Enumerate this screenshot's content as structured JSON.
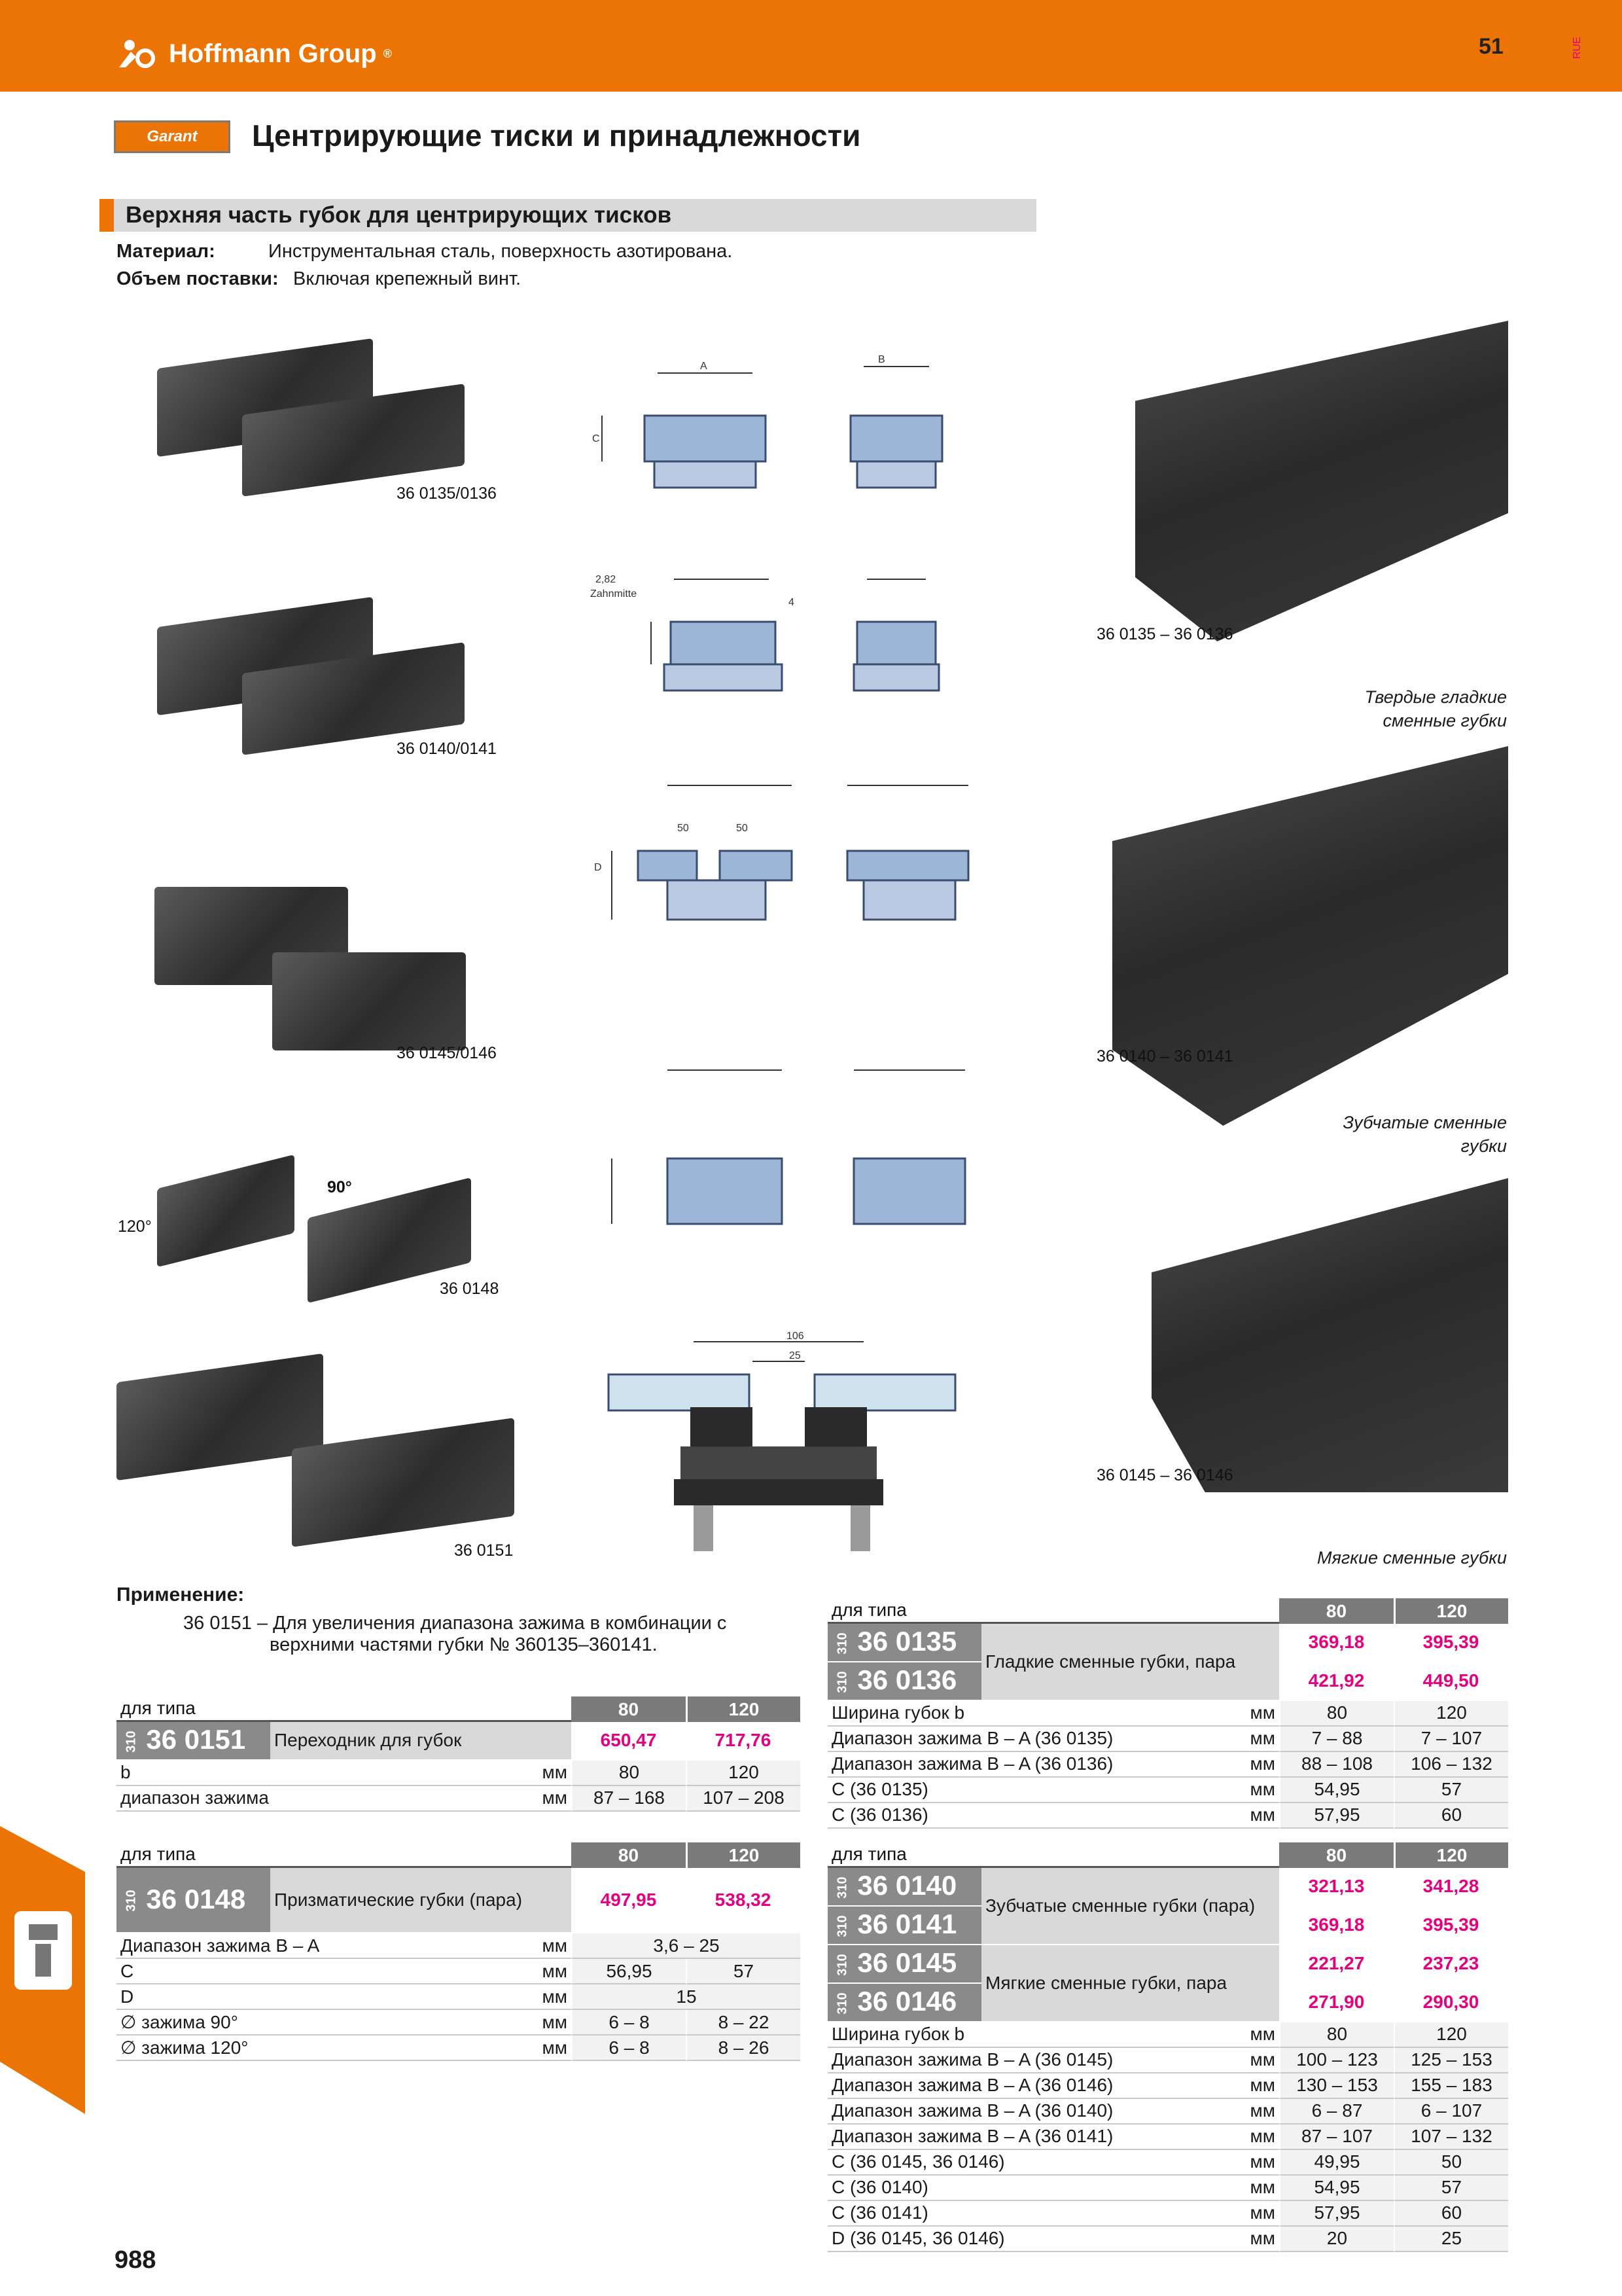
{
  "header": {
    "brand": "Hoffmann Group",
    "brand_mark": "®",
    "page_no": "51",
    "lang": "RUE"
  },
  "garant_logo": "Garant",
  "title": "Центрирующие тиски и принадлежности",
  "section": "Верхняя часть губок для центрирующих тисков",
  "meta": {
    "material_label": "Материал:",
    "material": "Инструментальная сталь, поверхность азотирована.",
    "supply_label": "Объем поставки:",
    "supply": "Включая крепежный винт."
  },
  "photos": [
    {
      "label": "36 0135/0136"
    },
    {
      "label": "36 0140/0141"
    },
    {
      "label": "36 0145/0146"
    },
    {
      "label": "36 0148",
      "a1": "90°",
      "a2": "120°"
    },
    {
      "label": "36 0151"
    }
  ],
  "drawing_labels": {
    "a": "A",
    "b": "B",
    "c": "C",
    "d": "D",
    "n262": "2,82",
    "zahn": "Zahnmitte",
    "n4": "4",
    "n50a": "50",
    "n50b": "50",
    "n106": "106",
    "n25": "25"
  },
  "big_photos": [
    {
      "label": "36 0135 – 36 0136",
      "caption1": "Твердые гладкие",
      "caption2": "сменные губки"
    },
    {
      "label": "36 0140 – 36 0141",
      "caption1": "Зубчатые сменные",
      "caption2": "губки"
    },
    {
      "label": "36 0145 – 36 0146",
      "caption1": "Мягкие сменные губки",
      "caption2": ""
    }
  ],
  "application": {
    "title": "Применение:",
    "item_no": "36 0151 –",
    "text1": "Для увеличения диапазона зажима в комбинации с",
    "text2": "верхними частями губки № 360135–360141."
  },
  "table1": {
    "typ": "для типа",
    "c1": "80",
    "c2": "120",
    "prefix": "310",
    "art": "36 0151",
    "desc": "Переходник для губок",
    "p1": "650,47",
    "p2": "717,76",
    "rows": [
      {
        "name": "b",
        "unit": "мм",
        "v1": "80",
        "v2": "120"
      },
      {
        "name": "диапазон зажима",
        "unit": "мм",
        "v1": "87 – 168",
        "v2": "107 – 208"
      }
    ]
  },
  "table2": {
    "typ": "для типа",
    "c1": "80",
    "c2": "120",
    "prefix": "310",
    "art": "36 0148",
    "desc": "Призматические губки (пара)",
    "p1": "497,95",
    "p2": "538,32",
    "rows": [
      {
        "name": "Диапазон зажима B – A",
        "unit": "мм",
        "v": "3,6 – 25"
      },
      {
        "name": "C",
        "unit": "мм",
        "v1": "56,95",
        "v2": "57"
      },
      {
        "name": "D",
        "unit": "мм",
        "v": "15"
      },
      {
        "name": "∅ зажима 90°",
        "unit": "мм",
        "v1": "6 – 8",
        "v2": "8 – 22"
      },
      {
        "name": "∅ зажима 120°",
        "unit": "мм",
        "v1": "6 – 8",
        "v2": "8 – 26"
      }
    ]
  },
  "table3": {
    "typ": "для типа",
    "c1": "80",
    "c2": "120",
    "prefix": "310",
    "desc": "Гладкие сменные губки, пара",
    "arts": [
      {
        "art": "36 0135",
        "p1": "369,18",
        "p2": "395,39"
      },
      {
        "art": "36 0136",
        "p1": "421,92",
        "p2": "449,50"
      }
    ],
    "rows": [
      {
        "name": "Ширина губок b",
        "unit": "мм",
        "v1": "80",
        "v2": "120"
      },
      {
        "name": "Диапазон зажима B – A (36 0135)",
        "unit": "мм",
        "v1": "7 – 88",
        "v2": "7 – 107"
      },
      {
        "name": "Диапазон зажима B – A (36 0136)",
        "unit": "мм",
        "v1": "88 – 108",
        "v2": "106 – 132"
      },
      {
        "name": "C (36 0135)",
        "unit": "мм",
        "v1": "54,95",
        "v2": "57"
      },
      {
        "name": "C (36 0136)",
        "unit": "мм",
        "v1": "57,95",
        "v2": "60"
      }
    ]
  },
  "table4": {
    "typ": "для типа",
    "c1": "80",
    "c2": "120",
    "prefix": "310",
    "desc1": "Зубчатые сменные губки (пара)",
    "desc2": "Мягкие сменные губки, пара",
    "arts": [
      {
        "art": "36 0140",
        "p1": "321,13",
        "p2": "341,28"
      },
      {
        "art": "36 0141",
        "p1": "369,18",
        "p2": "395,39"
      },
      {
        "art": "36 0145",
        "p1": "221,27",
        "p2": "237,23"
      },
      {
        "art": "36 0146",
        "p1": "271,90",
        "p2": "290,30"
      }
    ],
    "rows": [
      {
        "name": "Ширина губок b",
        "unit": "мм",
        "v1": "80",
        "v2": "120"
      },
      {
        "name": "Диапазон зажима B – A (36 0145)",
        "unit": "мм",
        "v1": "100 – 123",
        "v2": "125 – 153"
      },
      {
        "name": "Диапазон зажима B – A (36 0146)",
        "unit": "мм",
        "v1": "130 – 153",
        "v2": "155 – 183"
      },
      {
        "name": "Диапазон зажима B – A (36 0140)",
        "unit": "мм",
        "v1": "6 – 87",
        "v2": "6 – 107"
      },
      {
        "name": "Диапазон зажима B – A (36 0141)",
        "unit": "мм",
        "v1": "87 – 107",
        "v2": "107 – 132"
      },
      {
        "name": "C (36 0145, 36 0146)",
        "unit": "мм",
        "v1": "49,95",
        "v2": "50"
      },
      {
        "name": "C (36 0140)",
        "unit": "мм",
        "v1": "54,95",
        "v2": "57"
      },
      {
        "name": "C (36 0141)",
        "unit": "мм",
        "v1": "57,95",
        "v2": "60"
      },
      {
        "name": "D (36 0145, 36 0146)",
        "unit": "мм",
        "v1": "20",
        "v2": "25"
      }
    ]
  },
  "page_number": "988"
}
